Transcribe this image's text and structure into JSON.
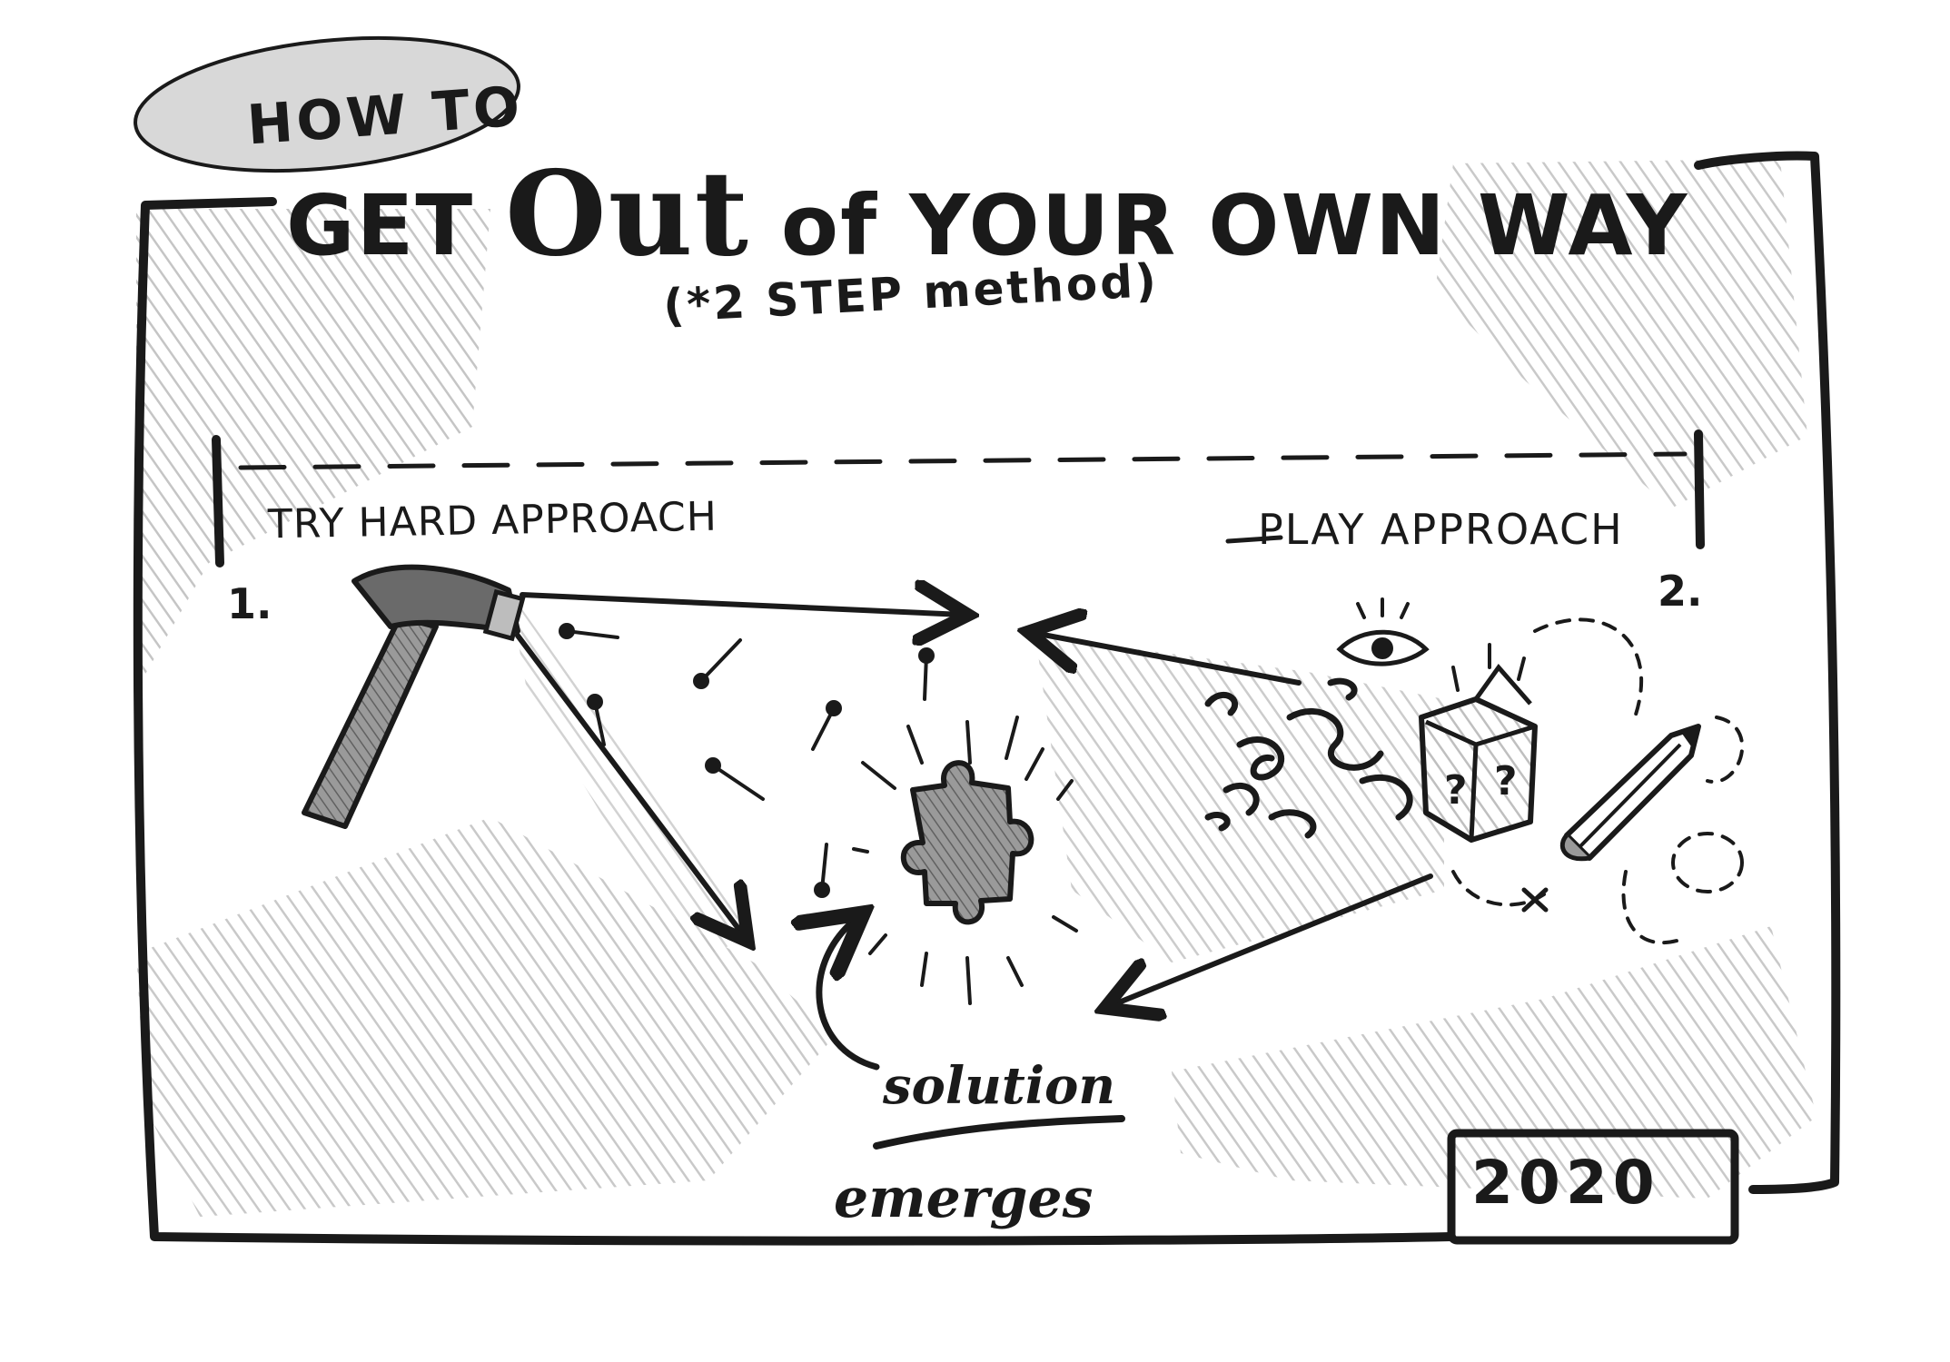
{
  "header": {
    "kicker": "HOW TO",
    "title_part1": "GET",
    "title_emphasis": "Out",
    "title_part2": "of YOUR OWN WAY",
    "subtitle": "(*2 STEP method)"
  },
  "approaches": {
    "left": {
      "number": "1.",
      "label": "TRY HARD APPROACH",
      "icon": "hammer-icon"
    },
    "right": {
      "number": "2.",
      "label": "PLAY APPROACH",
      "icons": [
        "eye-icon",
        "mystery-box-icon",
        "pencil-icon"
      ]
    }
  },
  "center": {
    "icon": "puzzle-piece-icon",
    "caption_line1": "solution",
    "caption_line2": "emerges"
  },
  "year_label": "2020",
  "colors": {
    "ink": "#1a1a1a",
    "shade": "#9a9a9a",
    "paper": "#ffffff"
  }
}
